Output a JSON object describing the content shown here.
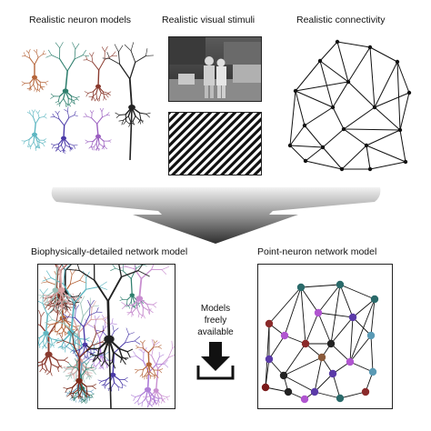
{
  "top_row": {
    "neuron_models_title": "Realistic neuron models",
    "visual_stimuli_title": "Realistic visual stimuli",
    "connectivity_title": "Realistic connectivity"
  },
  "bottom_row": {
    "biophysical_title": "Biophysically-detailed network model",
    "point_neuron_title": "Point-neuron network model"
  },
  "download": {
    "line1": "Models",
    "line2": "freely",
    "line3": "available"
  },
  "colors": {
    "text": "#111111",
    "arrow_gradient_top": "#f2f2f2",
    "arrow_gradient_bottom": "#3a3a3a",
    "neuron_palette": [
      "#b5653a",
      "#2f7f6e",
      "#8a3a2e",
      "#222222",
      "#5fb7c2",
      "#4a3aa8",
      "#9b5fc0",
      "#c98fd0",
      "#7a2a1a"
    ],
    "node_palette": [
      "#2a6a6a",
      "#8a2a2a",
      "#b055d0",
      "#5a3aa8",
      "#222222",
      "#8a5a3a",
      "#5a9ab5",
      "#7a1a1a"
    ]
  }
}
